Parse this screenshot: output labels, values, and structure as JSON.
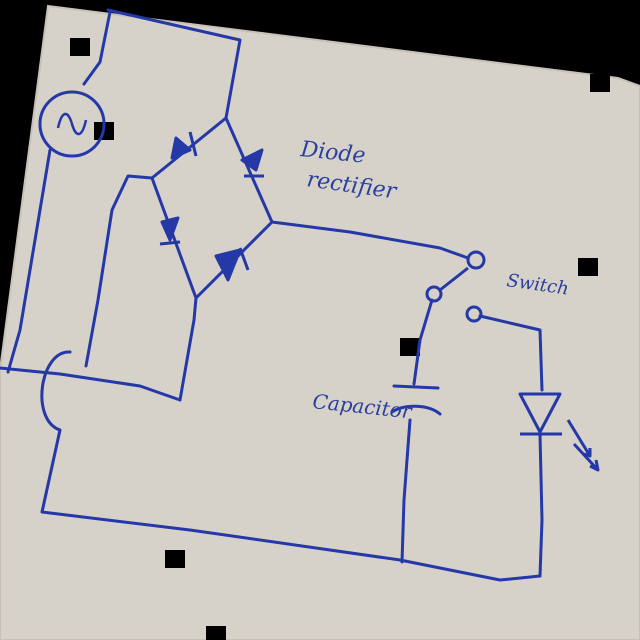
{
  "diagram": {
    "labels": {
      "rectifier_line1": "Diode",
      "rectifier_line2": "rectifier",
      "switch": "Switch",
      "capacitor": "Capacitor"
    },
    "colors": {
      "ink": "#2438a8",
      "paper": "#d9d4cc",
      "background": "#000000"
    },
    "components": [
      "ac-source",
      "diode-bridge",
      "switch",
      "capacitor",
      "led"
    ],
    "icons": {
      "source": "sine-wave-icon",
      "led": "led-arrow-icon"
    }
  }
}
